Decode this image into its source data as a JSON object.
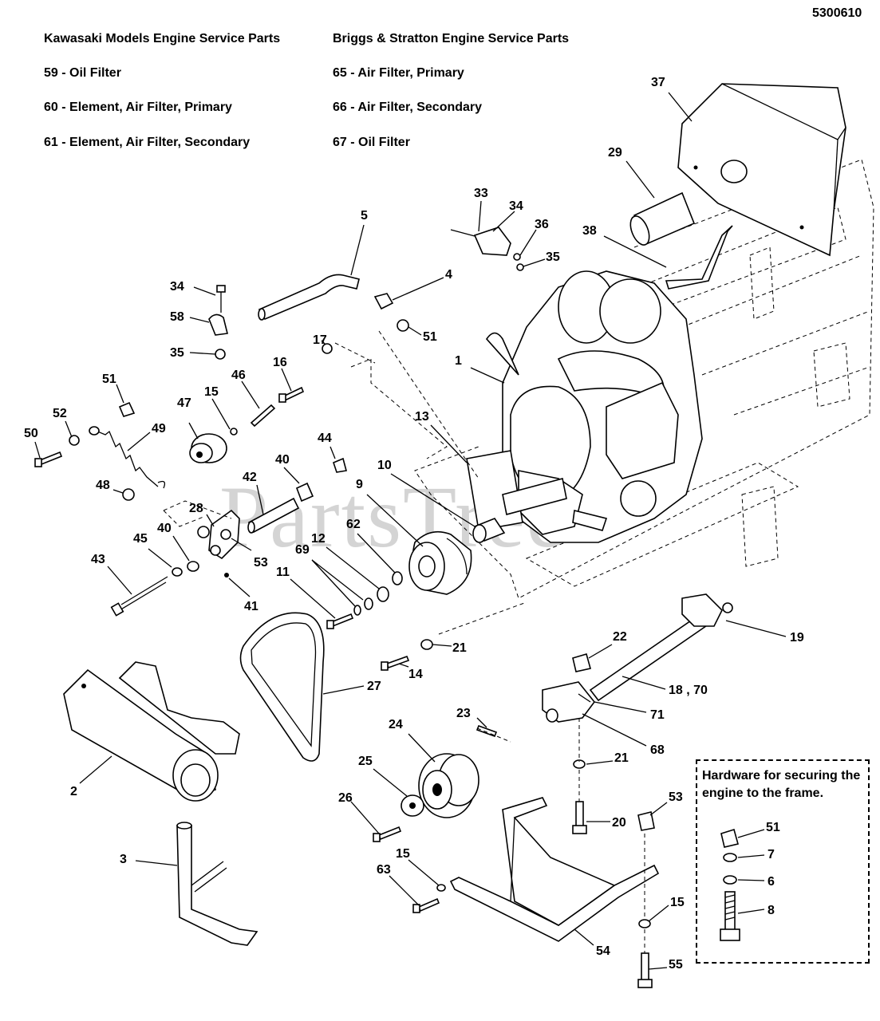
{
  "diagram_number": "5300610",
  "headers": {
    "kawasaki_title": "Kawasaki Models Engine Service Parts",
    "kawasaki_items": [
      "59 - Oil Filter",
      "60 - Element, Air Filter, Primary",
      "61 - Element, Air Filter, Secondary"
    ],
    "briggs_title": "Briggs & Stratton Engine Service Parts",
    "briggs_items": [
      "65 - Air Filter, Primary",
      "66 - Air Filter, Secondary",
      "67 - Oil Filter"
    ]
  },
  "hardware_box_title": "Hardware for securing the engine to the frame.",
  "watermark": "PartsTree",
  "callouts": {
    "c37": "37",
    "c29": "29",
    "c38": "38",
    "c33": "33",
    "c34a": "34",
    "c36": "36",
    "c35a": "35",
    "c5": "5",
    "c4": "4",
    "c34b": "34",
    "c58": "58",
    "c35b": "35",
    "c51a": "51",
    "c1": "1",
    "c17": "17",
    "c16": "16",
    "c46": "46",
    "c51b": "51",
    "c52": "52",
    "c50": "50",
    "c49": "49",
    "c47": "47",
    "c15a": "15",
    "c13": "13",
    "c44": "44",
    "c40a": "40",
    "c10": "10",
    "c9": "9",
    "c42": "42",
    "c48": "48",
    "c28": "28",
    "c62": "62",
    "c40b": "40",
    "c45": "45",
    "c12": "12",
    "c53a": "53",
    "c69": "69",
    "c43": "43",
    "c11": "11",
    "c41": "41",
    "c22": "22",
    "c19": "19",
    "c21a": "21",
    "c14": "14",
    "c27": "27",
    "c18_70": "18 , 70",
    "c71": "71",
    "c23": "23",
    "c68": "68",
    "c24": "24",
    "c21b": "21",
    "c25": "25",
    "c2": "2",
    "c53b": "53",
    "c20": "20",
    "c26": "26",
    "c3": "3",
    "c15b": "15",
    "c63": "63",
    "c15c": "15",
    "c54": "54",
    "c55": "55",
    "c51c": "51",
    "c7": "7",
    "c6": "6",
    "c8": "8"
  }
}
